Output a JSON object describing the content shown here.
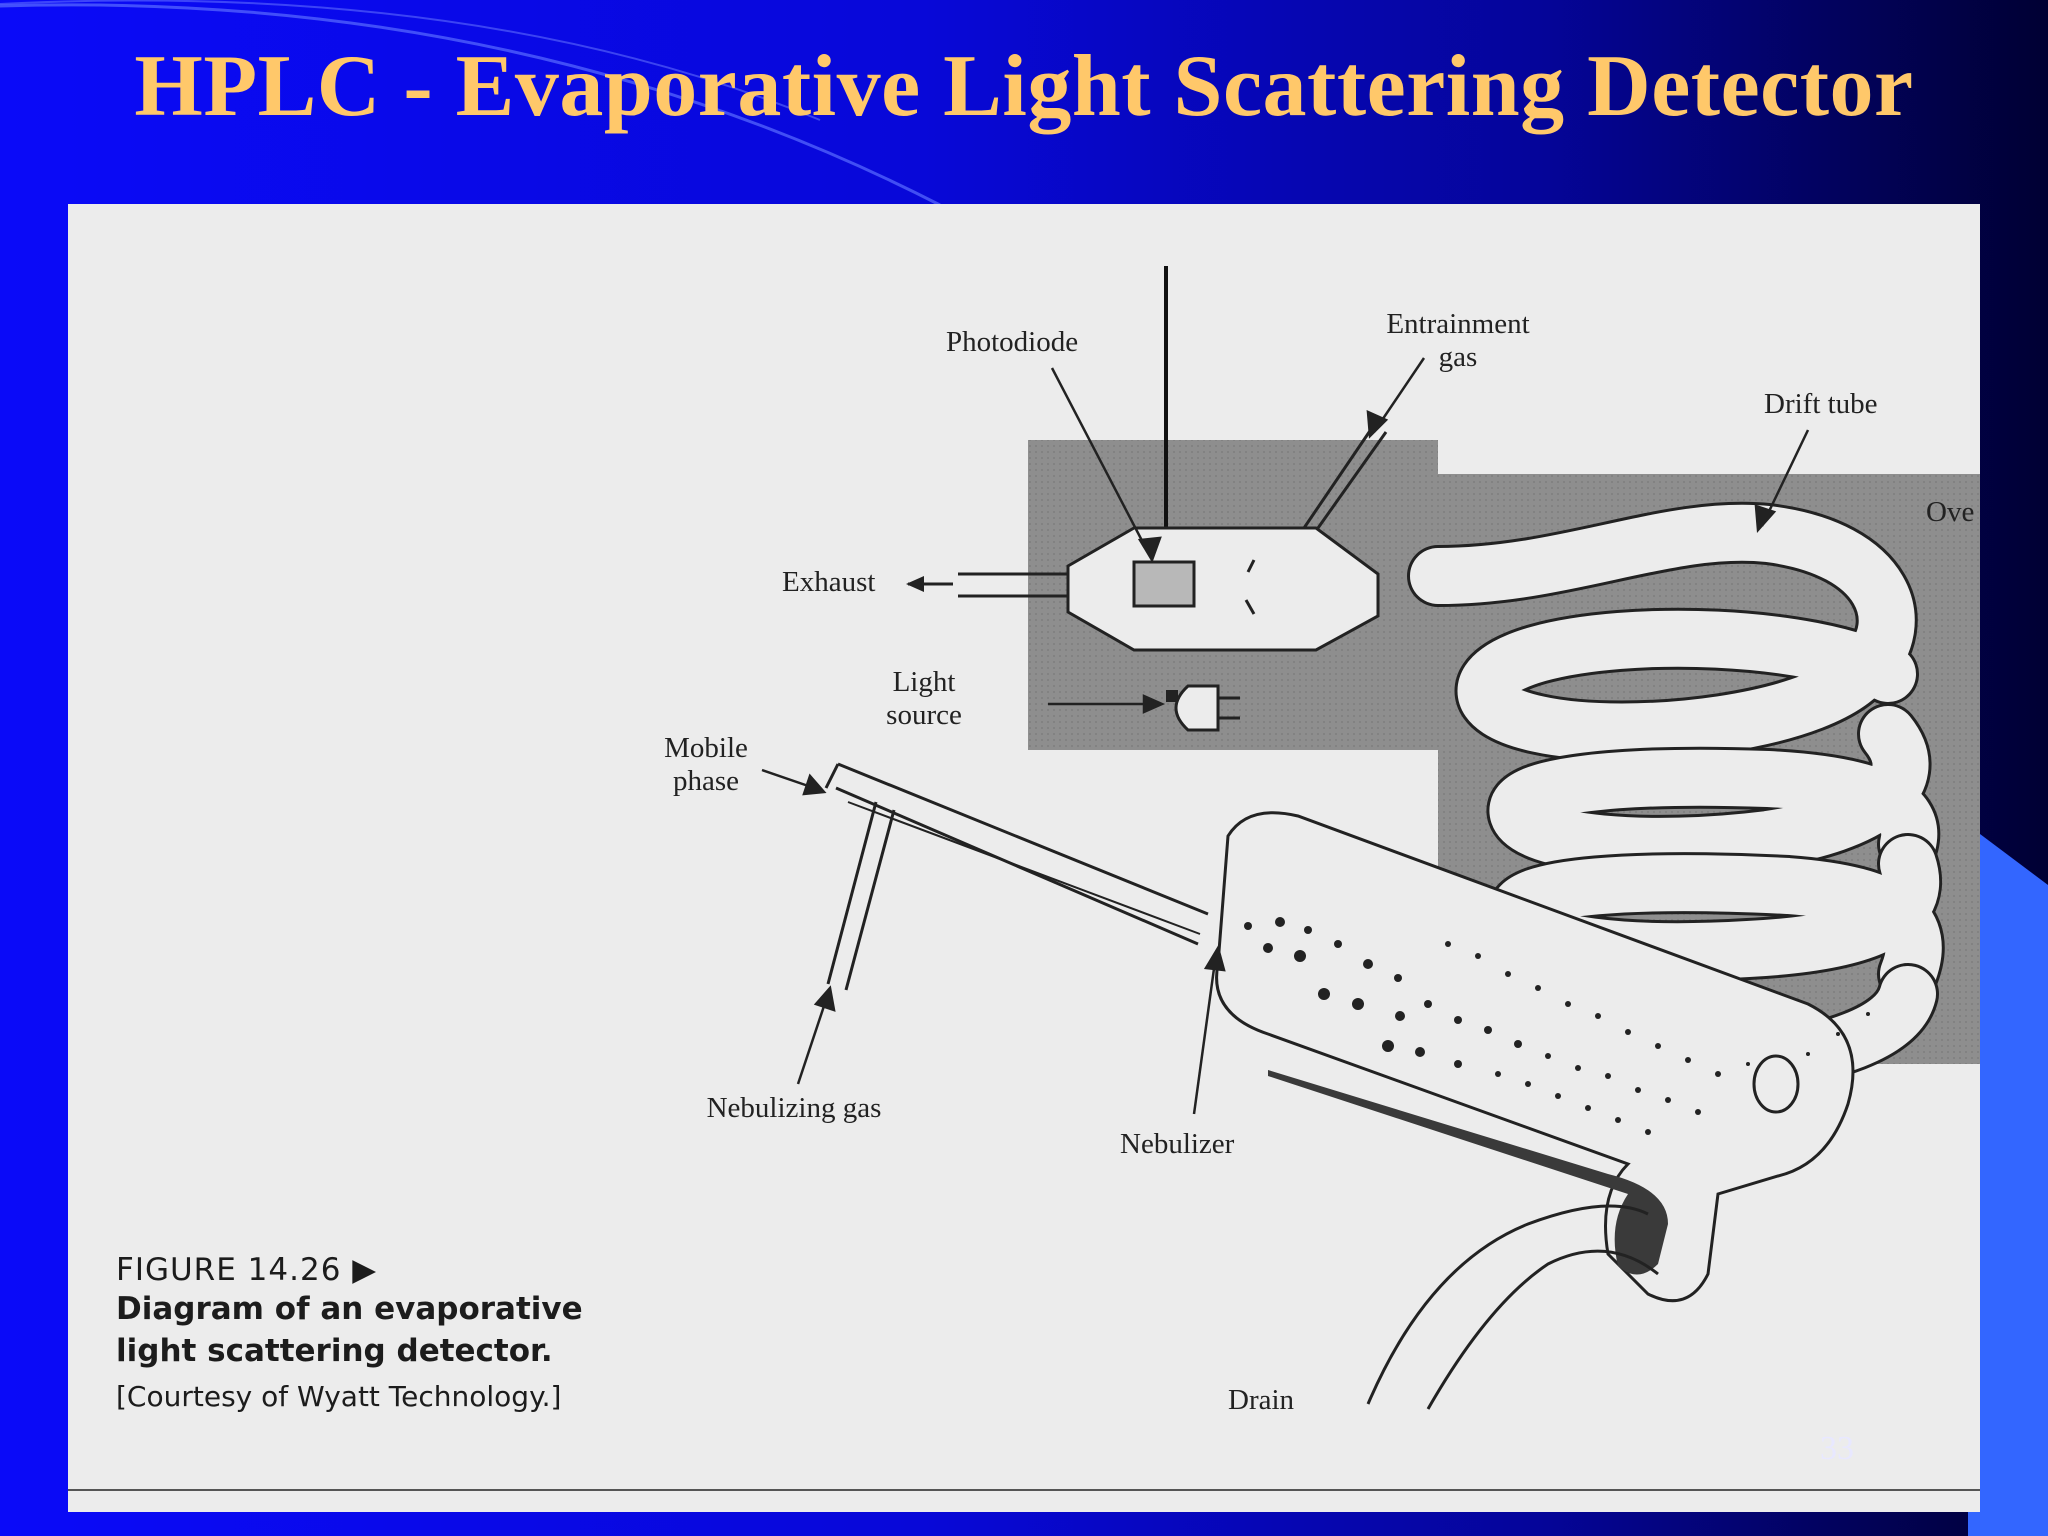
{
  "slide": {
    "title": "HPLC - Evaporative Light Scattering Detector",
    "page_number": "33"
  },
  "diagram": {
    "labels": {
      "photodiode": "Photodiode",
      "entrainment_gas": "Entrainment gas",
      "drift_tube": "Drift tube",
      "oven": "Ove",
      "exhaust": "Exhaust",
      "light_source": "Light source",
      "mobile_phase": "Mobile phase",
      "nebulizing_gas": "Nebulizing gas",
      "nebulizer": "Nebulizer",
      "drain": "Drain"
    },
    "caption": {
      "number": "FIGURE 14.26 ▶",
      "title": "Diagram of an evaporative light scattering detector.",
      "credit": "[Courtesy of Wyatt Technology.]"
    }
  },
  "colors": {
    "background": "#0a0af8",
    "title": "#ffc86a",
    "accent": "#3366ff",
    "panel": "#ececec",
    "housing": "#8c8c8c"
  }
}
